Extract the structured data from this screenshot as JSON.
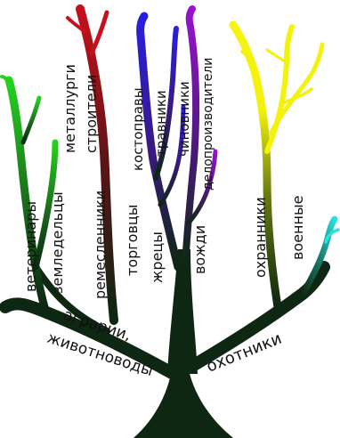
{
  "labels": {
    "agrarians": "аграрии,",
    "herders": "животноводы",
    "hunters": "охотники",
    "veterinarians": "ветеринары",
    "farmers": "земледельцы",
    "metallurgists": "металлурги",
    "builders": "строители",
    "artisans": "ремесленники",
    "traders": "торговцы",
    "bonesetters": "костоправы",
    "herbalists": "травники",
    "officials": "чиновники",
    "clerks": "делопроизводители",
    "priests": "жрецы",
    "chiefs": "вожди",
    "guards": "охранники",
    "military": "военные"
  },
  "colors": {
    "trunk": "#0d2712",
    "green": "#22c21c",
    "red": "#b0121e",
    "blue": "#2a1fd6",
    "purple": "#8a15c4",
    "yellow": "#f2f20a",
    "cyan": "#27d6d6"
  }
}
